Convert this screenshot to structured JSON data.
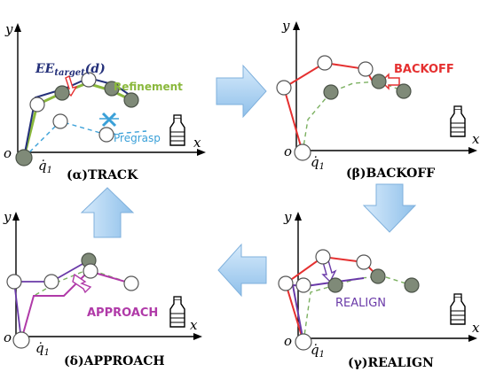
{
  "colors": {
    "track_blue": "#24307a",
    "refinement_green": "#8ab83c",
    "pregrasp_blue": "#3aa0d8",
    "backoff_red": "#e53030",
    "realign_purple": "#6a3aa8",
    "approach_magenta": "#b03aa8",
    "arrow_fill": "#a8d0f0",
    "gray_node": "#7f8a78"
  },
  "axes": {
    "y": "y",
    "x": "x",
    "origin": "o",
    "q1": "q̇",
    "q1_sub": "1"
  },
  "panels": {
    "track": {
      "caption": "(α)TRACK",
      "ee_target_main": "EE",
      "ee_target_sub": "target",
      "ee_target_arg": "(d)",
      "refinement": "Refinement",
      "pregrasp": "Pregrasp"
    },
    "backoff": {
      "caption": "(β)BACKOFF",
      "label": "BACKOFF"
    },
    "realign": {
      "caption": "(γ)REALIGN",
      "label": "REALIGN"
    },
    "approach": {
      "caption": "(δ)APPROACH",
      "label": "APPROACH"
    }
  },
  "icons": [
    "bottle-icon",
    "flow-arrow-right",
    "flow-arrow-down",
    "flow-arrow-left",
    "flow-arrow-up"
  ]
}
